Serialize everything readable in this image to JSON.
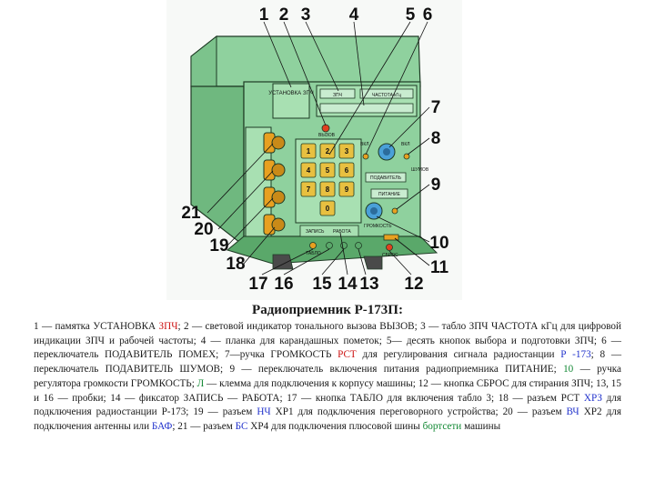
{
  "figure": {
    "callouts": {
      "c1": "1",
      "c2": "2",
      "c3": "3",
      "c4": "4",
      "c5": "5",
      "c6": "6",
      "c7": "7",
      "c8": "8",
      "c9": "9",
      "c10": "10",
      "c11": "11",
      "c12": "12",
      "c13": "13",
      "c14": "14",
      "c15": "15",
      "c16": "16",
      "c17": "17",
      "c18": "18",
      "c19": "19",
      "c20": "20",
      "c21": "21"
    },
    "panel_labels": {
      "ustanovka": "УСТАНОВКА ЗПЧ",
      "zpch": "ЗПЧ",
      "chastota": "ЧАСТОТА кГц",
      "vyzov": "ВЫЗОВ",
      "podavitel": "ПОДАВИТЕЛЬ",
      "pitanie": "ПИТАНИЕ",
      "rabota": "РАБОТА",
      "zapis": "ЗАПИСЬ",
      "vkl_left": "ВКЛ",
      "vkl_right": "ВКЛ",
      "shumov": "ШУМОВ",
      "gromkost": "ГРОМКОСТЬ",
      "sbros": "СБРОС",
      "tablo": "ТАБЛО"
    },
    "keypad": [
      "1",
      "2",
      "3",
      "4",
      "5",
      "6",
      "7",
      "8",
      "9",
      "0"
    ],
    "colors": {
      "body_green": "#8fd19e",
      "body_dark": "#5aa86a",
      "panel_green": "#a8e0b2",
      "outline": "#1e3a24",
      "keypad": "#e8c040",
      "knob": "#4aa0d8",
      "indicator": "#e04020",
      "connector": "#e8a020"
    }
  },
  "caption": {
    "title": "Радиоприемник Р-173П:",
    "parts": {
      "p1": "1 — памятка УСТАНОВКА ",
      "p2": "ЗПЧ",
      "p3": "; 2 — световой индикатор тонального вызова ВЫЗОВ; 3 — табло ЗПЧ ЧАСТОТА кГц для цифровой индикации ЗПЧ и рабочей частоты; 4 — планка для карандашных пометок; 5— десять кнопок выбора и подготовки ЗПЧ; 6 — переключатель ПОДАВИТЕЛЬ ПОМЕХ; 7—ручка ГРОМКОСТЬ ",
      "p4": "РСТ",
      "p5": " для регулирования сигнала радиостанции ",
      "p6": "Р -173",
      "p7": "; 8 — переключатель ПОДАВИТЕЛЬ ШУМОВ; 9 — переключатель включения питания радиоприемника ПИТАНИЕ; ",
      "p8": "10",
      "p9": " — ручка регулятора громкости ГРОМКОСТЬ; ",
      "p10": "Л",
      "p11": " — клемма для подключения к корпусу машины; 12 — кнопка СБРОС для стирания ЗПЧ; 13, 15 и 16 — пробки; 14 — фиксатор ЗАПИСЬ — РАБОТА; 17 — кнопка ТАБЛО для включения табло 3; 18 — разъем РСТ ",
      "p12": "ХРЗ",
      "p13": " для подключения радиостанции Р-173; 19 — разъем ",
      "p14": "НЧ",
      "p15": " ХР1 для подключения переговорного устройства; 20 — разъем ",
      "p16": "ВЧ",
      "p17": " ХР2 для подключения антенны или ",
      "p18": "БАФ",
      "p19": "; 21 — разъем ",
      "p20": "БС",
      "p21": " ХР4 для подключения плюсовой шины ",
      "p22": "бортсети",
      "p23": " машины"
    }
  }
}
